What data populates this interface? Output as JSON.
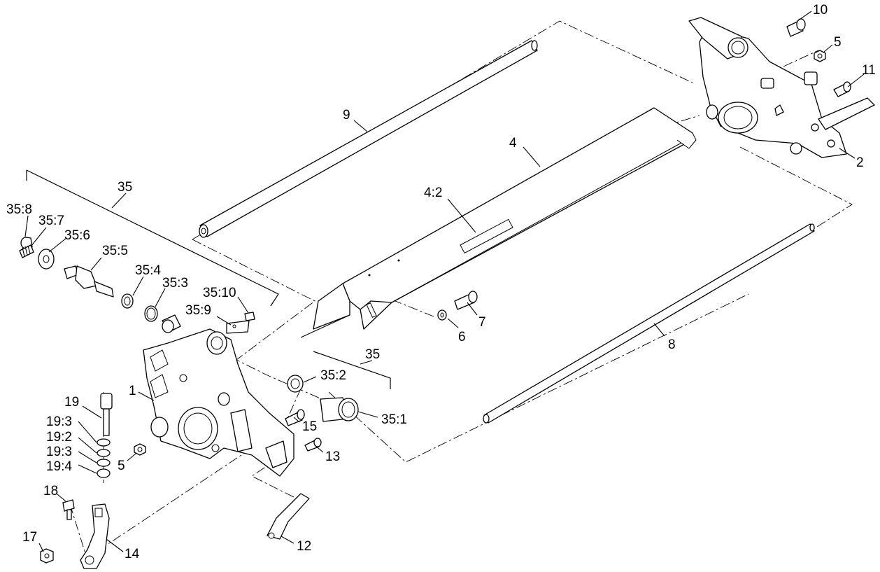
{
  "diagram": {
    "labels": [
      {
        "id": "10",
        "text": "10"
      },
      {
        "id": "5a",
        "text": "5"
      },
      {
        "id": "11",
        "text": "11"
      },
      {
        "id": "2",
        "text": "2"
      },
      {
        "id": "9",
        "text": "9"
      },
      {
        "id": "4",
        "text": "4"
      },
      {
        "id": "4_2",
        "text": "4:2"
      },
      {
        "id": "35a",
        "text": "35"
      },
      {
        "id": "35_8",
        "text": "35:8"
      },
      {
        "id": "35_7",
        "text": "35:7"
      },
      {
        "id": "35_6",
        "text": "35:6"
      },
      {
        "id": "35_5",
        "text": "35:5"
      },
      {
        "id": "35_4",
        "text": "35:4"
      },
      {
        "id": "35_3",
        "text": "35:3"
      },
      {
        "id": "35_10",
        "text": "35:10"
      },
      {
        "id": "35_9",
        "text": "35:9"
      },
      {
        "id": "7",
        "text": "7"
      },
      {
        "id": "6",
        "text": "6"
      },
      {
        "id": "8",
        "text": "8"
      },
      {
        "id": "35b",
        "text": "35"
      },
      {
        "id": "35_2",
        "text": "35:2"
      },
      {
        "id": "35_1",
        "text": "35:1"
      },
      {
        "id": "1",
        "text": "1"
      },
      {
        "id": "19",
        "text": "19"
      },
      {
        "id": "19_3a",
        "text": "19:3"
      },
      {
        "id": "19_2",
        "text": "19:2"
      },
      {
        "id": "19_3b",
        "text": "19:3"
      },
      {
        "id": "19_4",
        "text": "19:4"
      },
      {
        "id": "15",
        "text": "15"
      },
      {
        "id": "13",
        "text": "13"
      },
      {
        "id": "5b",
        "text": "5"
      },
      {
        "id": "18",
        "text": "18"
      },
      {
        "id": "17",
        "text": "17"
      },
      {
        "id": "14",
        "text": "14"
      },
      {
        "id": "12",
        "text": "12"
      }
    ]
  }
}
